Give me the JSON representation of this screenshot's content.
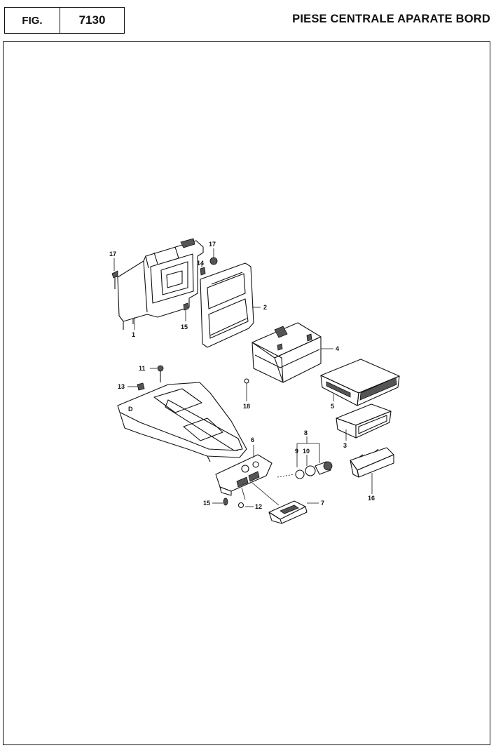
{
  "header": {
    "fig_label": "FIG.",
    "fig_number": "7130",
    "title": "PIESE CENTRALE APARATE BORD"
  },
  "parts": [
    {
      "id": "p1",
      "label": "1"
    },
    {
      "id": "p2",
      "label": "2"
    },
    {
      "id": "p3",
      "label": "3"
    },
    {
      "id": "p4",
      "label": "4"
    },
    {
      "id": "p5",
      "label": "5"
    },
    {
      "id": "p6",
      "label": "6"
    },
    {
      "id": "p7",
      "label": "7"
    },
    {
      "id": "p8",
      "label": "8"
    },
    {
      "id": "p9",
      "label": "9"
    },
    {
      "id": "p10",
      "label": "10"
    },
    {
      "id": "p11",
      "label": "11"
    },
    {
      "id": "p12",
      "label": "12"
    },
    {
      "id": "p13",
      "label": "13"
    },
    {
      "id": "p14",
      "label": "14"
    },
    {
      "id": "p15a",
      "label": "15"
    },
    {
      "id": "p15b",
      "label": "15"
    },
    {
      "id": "p16",
      "label": "16"
    },
    {
      "id": "p17a",
      "label": "17"
    },
    {
      "id": "p17b",
      "label": "17"
    },
    {
      "id": "p18",
      "label": "18"
    }
  ],
  "side_mark": "D"
}
